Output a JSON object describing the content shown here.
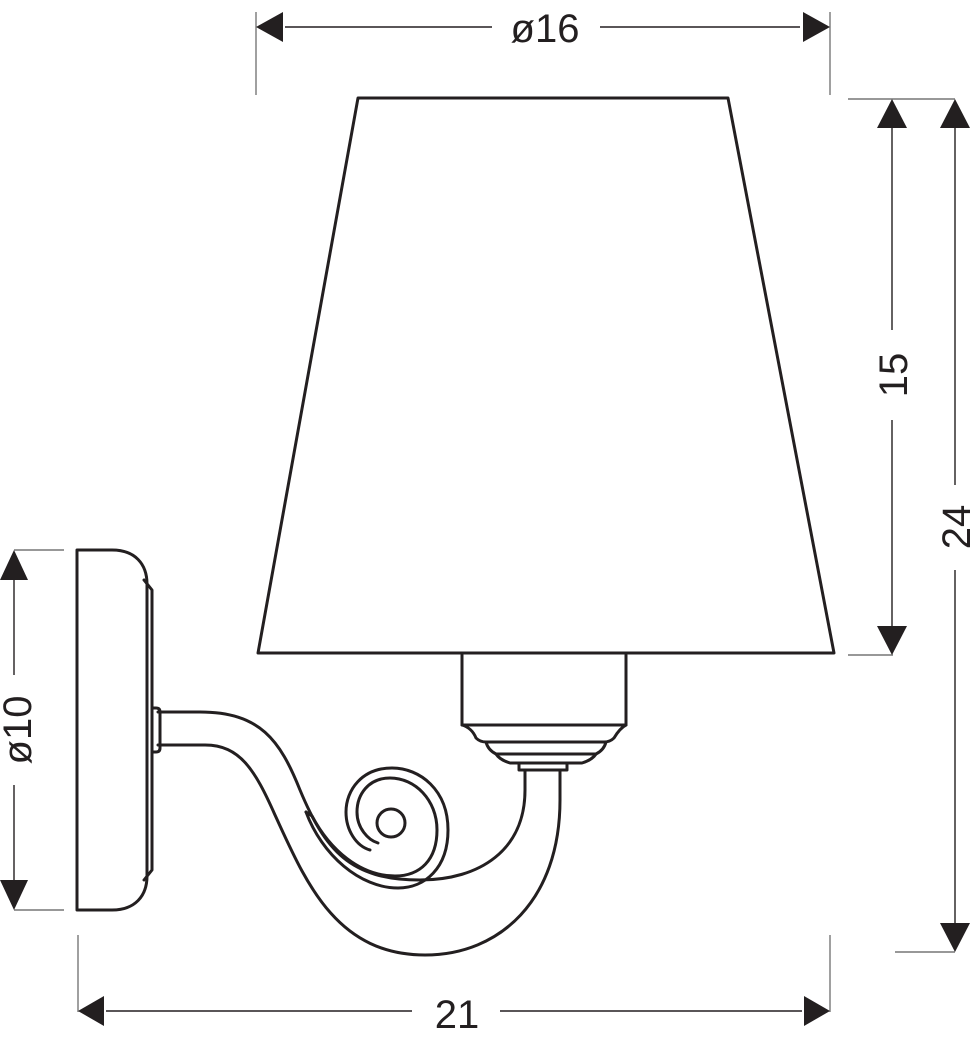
{
  "drawing": {
    "subject": "wall lamp (sconce) with tapered shade",
    "line_color": "#231f20",
    "background": "#ffffff"
  },
  "dimensions": {
    "shade_diameter": {
      "label": "ø16",
      "value": 16,
      "orientation": "horizontal",
      "position": "top"
    },
    "shade_height": {
      "label": "15",
      "value": 15,
      "orientation": "vertical",
      "position": "right-inner"
    },
    "total_height": {
      "label": "24",
      "value": 24,
      "orientation": "vertical",
      "position": "right-outer"
    },
    "backplate_diameter": {
      "label": "ø10",
      "value": 10,
      "orientation": "vertical",
      "position": "left"
    },
    "total_depth": {
      "label": "21",
      "value": 21,
      "orientation": "horizontal",
      "position": "bottom"
    }
  },
  "parts": [
    "lampshade",
    "socket",
    "socket-collar",
    "curved-arm",
    "scroll-ornament",
    "wall-backplate"
  ]
}
